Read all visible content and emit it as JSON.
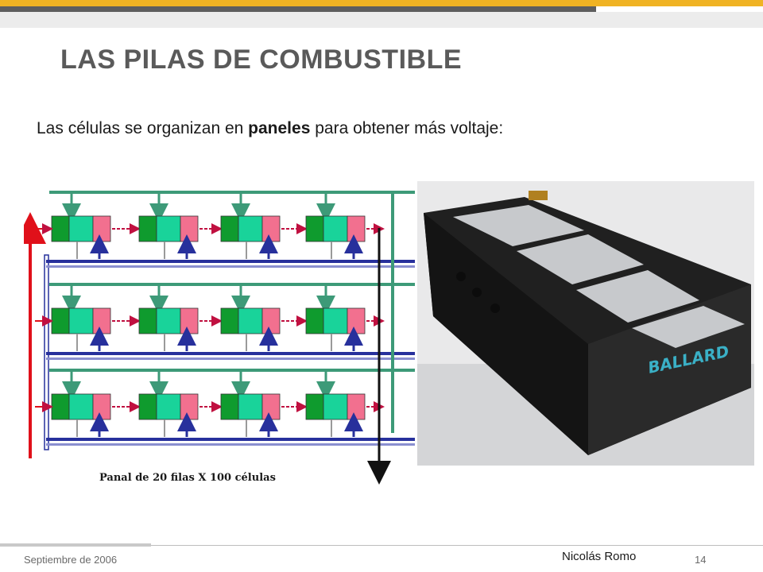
{
  "slide": {
    "title": "LAS PILAS DE COMBUSTIBLE",
    "subtitle_before": "Las células se organizan en ",
    "subtitle_bold": "paneles",
    "subtitle_after": " para obtener más voltaje:"
  },
  "diagram": {
    "caption": "Panal de 20 filas X 100 células",
    "rows": 3,
    "cells_per_row": 4,
    "colors": {
      "anode": "#0f9b2e",
      "electrolyte": "#19d39a",
      "cathode": "#f2708f",
      "supply_pipe": "#3d9a78",
      "blue_pipe": "#27309c",
      "red_arrow": "#e0101a",
      "connector": "#c01040",
      "output": "#111111"
    }
  },
  "photo": {
    "brand": "BALLARD",
    "colors": {
      "body": "#202020",
      "plates": "#c7c9cc",
      "logo": "#3ab0c6"
    }
  },
  "footer": {
    "date": "Septiembre de 2006",
    "author": "Nicolás Romo",
    "page": "14"
  }
}
